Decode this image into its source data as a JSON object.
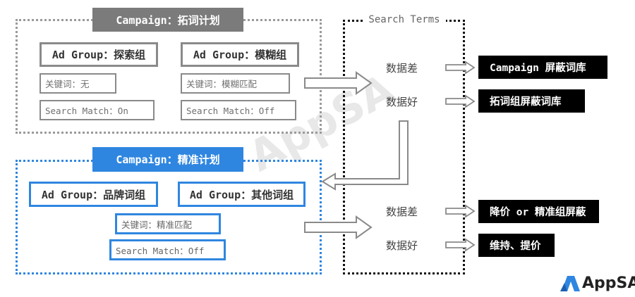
{
  "campaigns": [
    {
      "title": "Campaign：拓词计划",
      "groups": [
        {
          "name": "Ad Group：探索组",
          "keyword": "关键词：无",
          "match": "Search Match：On"
        },
        {
          "name": "Ad Group：模糊组",
          "keyword": "关键词：模糊匹配",
          "match": "Search Match：Off"
        }
      ]
    },
    {
      "title": "Campaign：精准计划",
      "groups": [
        {
          "name": "Ad Group：品牌词组"
        },
        {
          "name": "Ad Group：其他词组"
        }
      ],
      "keyword": "关键词：精准匹配",
      "match": "Search Match：Off"
    }
  ],
  "search_terms": {
    "label": "Search Terms",
    "rows": [
      "数据差",
      "数据好",
      "数据差",
      "数据好"
    ]
  },
  "results": [
    "Campaign 屏蔽词库",
    "拓词组屏蔽词库",
    "降价 or 精准组屏蔽",
    "维持、提价"
  ],
  "logo": {
    "text": "AppSA"
  },
  "watermark": {
    "text": "AppSA"
  },
  "colors": {
    "blue": "#2f86e0",
    "gray": "#8a8a8a",
    "black": "#000000"
  }
}
